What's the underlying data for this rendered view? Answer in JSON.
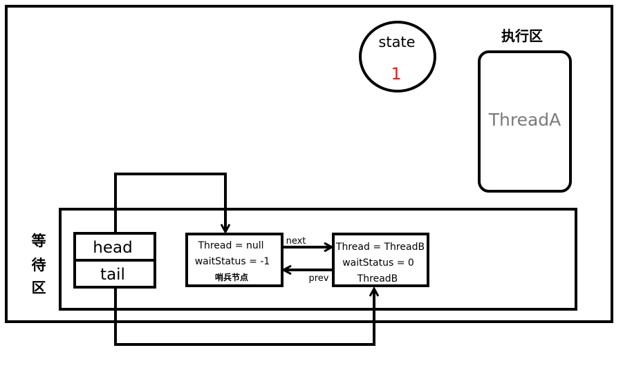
{
  "state": {
    "label": "state",
    "value": "1",
    "value_color": "#e02020"
  },
  "exec_area": {
    "label": "执行区",
    "thread": "ThreadA",
    "thread_color": "#7a7a7a"
  },
  "wait_area": {
    "label_chars": [
      "等",
      "待",
      "区"
    ]
  },
  "queue": {
    "head": "head",
    "tail": "tail"
  },
  "sentinel_node": {
    "line1": "Thread = null",
    "line2": "waitStatus = -1",
    "caption": "哨兵节点"
  },
  "thread_b_node": {
    "line1": "Thread = ThreadB",
    "line2": "waitStatus = 0",
    "line3": "ThreadB"
  },
  "links": {
    "next": "next",
    "prev": "prev"
  }
}
